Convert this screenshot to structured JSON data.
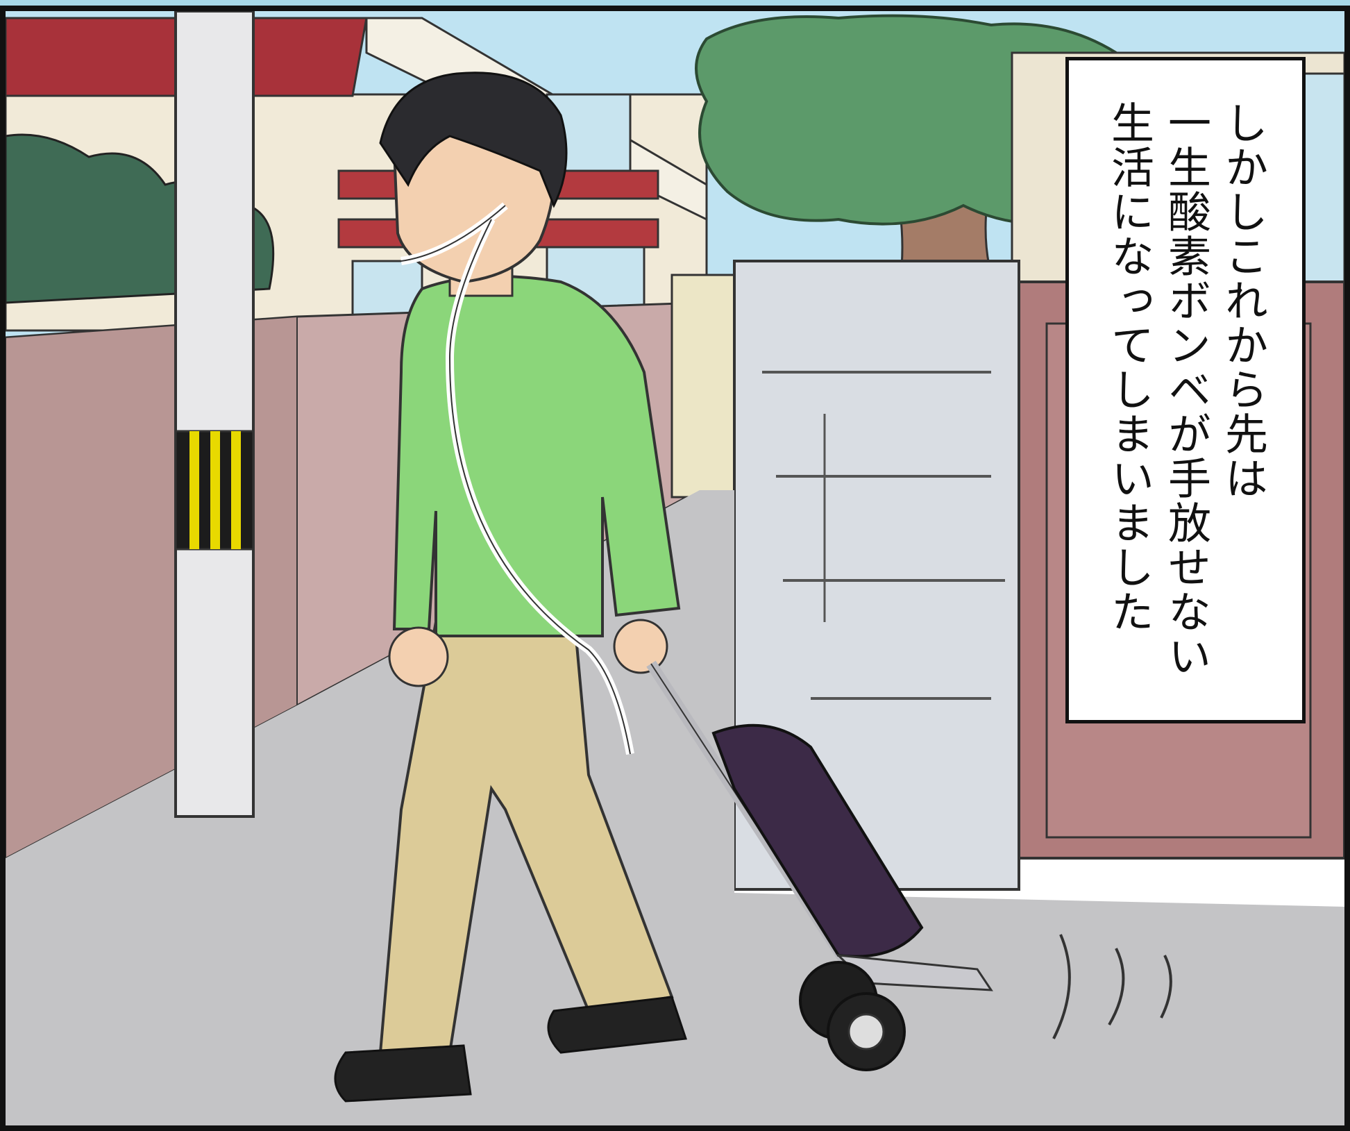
{
  "caption": {
    "lines": [
      "しかしこれから先は",
      "一生酸素ボンベが手放せない",
      "生活になってしまいました"
    ]
  }
}
